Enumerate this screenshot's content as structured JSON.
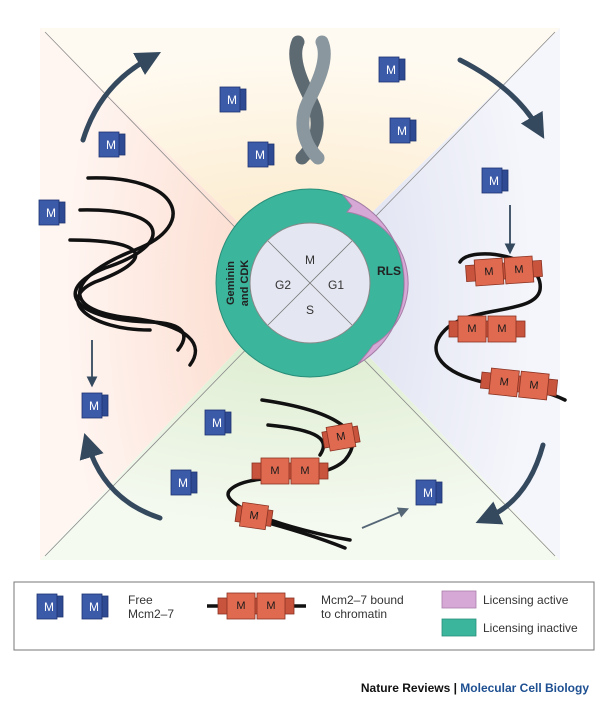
{
  "cycle": {
    "phases": {
      "top": "M",
      "right": "G1",
      "bottom": "S",
      "left": "G2"
    },
    "active_label": "RLS",
    "inactive_label_line1": "Geminin",
    "inactive_label_line2": "and CDK"
  },
  "mcm_symbol": "M",
  "legend": {
    "free_line1": "Free",
    "free_line2": "Mcm2–7",
    "bound_line1": "Mcm2–7 bound",
    "bound_line2": "to chromatin",
    "active": "Licensing active",
    "inactive": "Licensing inactive"
  },
  "footer": {
    "journal": "Nature Reviews",
    "separator": " | ",
    "section": "Molecular Cell Biology"
  },
  "colors": {
    "mcm_free": "#3b5aa8",
    "mcm_bound": "#e06a50",
    "licensing_active": "#d6a8d6",
    "licensing_inactive": "#3bb59c",
    "quad_top": "#fdf1dc",
    "quad_right": "#e4e6f4",
    "quad_bottom": "#e5f0da",
    "quad_left": "#fde3d8",
    "arrow": "#34495e"
  }
}
